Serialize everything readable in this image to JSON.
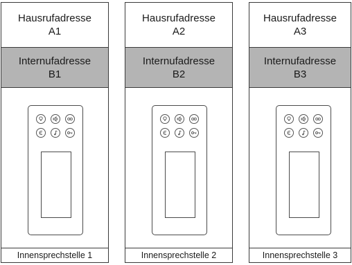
{
  "stations": [
    {
      "home_address_label": "Hausrufadresse",
      "home_address_code": "A1",
      "internal_address_label": "Internufadresse",
      "internal_address_code": "B1",
      "caption": "Innensprechstelle 1"
    },
    {
      "home_address_label": "Hausrufadresse",
      "home_address_code": "A2",
      "internal_address_label": "Internufadresse",
      "internal_address_code": "B2",
      "caption": "Innensprechstelle 2"
    },
    {
      "home_address_label": "Hausrufadresse",
      "home_address_code": "A3",
      "internal_address_label": "Internufadresse",
      "internal_address_code": "B3",
      "caption": "Innensprechstelle 3"
    }
  ],
  "device_buttons": [
    [
      "light-icon",
      "speaker-icon",
      "video-icon"
    ],
    [
      "mute-icon",
      "music-icon",
      "key-icon"
    ]
  ],
  "colors": {
    "internal_band": "#b4b4b4",
    "border": "#3a3a3a"
  }
}
